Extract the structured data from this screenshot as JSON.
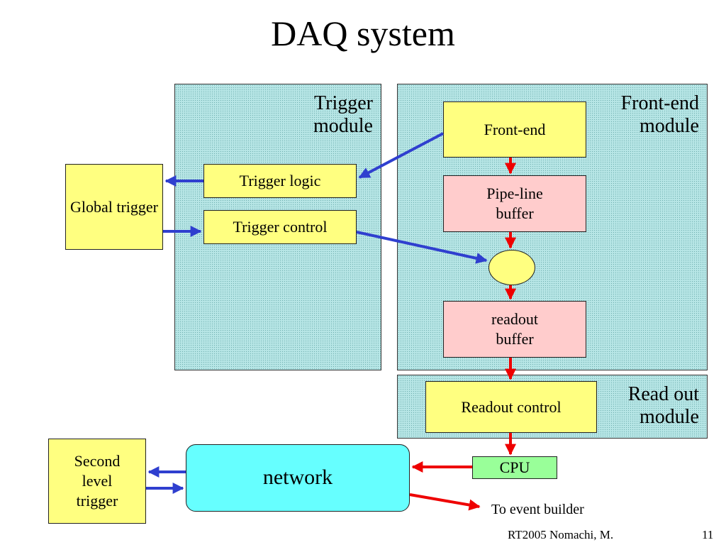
{
  "title": "DAQ system",
  "modules": {
    "trigger": "Trigger module",
    "frontend": "Front-end module",
    "readout": "Read out module"
  },
  "boxes": {
    "global_trigger": "Global trigger",
    "trigger_logic": "Trigger logic",
    "trigger_control": "Trigger control",
    "front_end": "Front-end",
    "pipeline_buffer": "Pipe-line buffer",
    "readout_buffer": "readout buffer",
    "readout_control": "Readout control",
    "cpu": "CPU",
    "network": "network",
    "second_level_trigger": "Second level trigger"
  },
  "labels": {
    "to_event_builder": "To event builder"
  },
  "footer": {
    "credit": "RT2005 Nomachi, M.",
    "page": "11"
  },
  "colors": {
    "blue_arrow": "#2f3fcf",
    "red_arrow": "#ee0000",
    "module_fill": "#b7e6e6"
  }
}
